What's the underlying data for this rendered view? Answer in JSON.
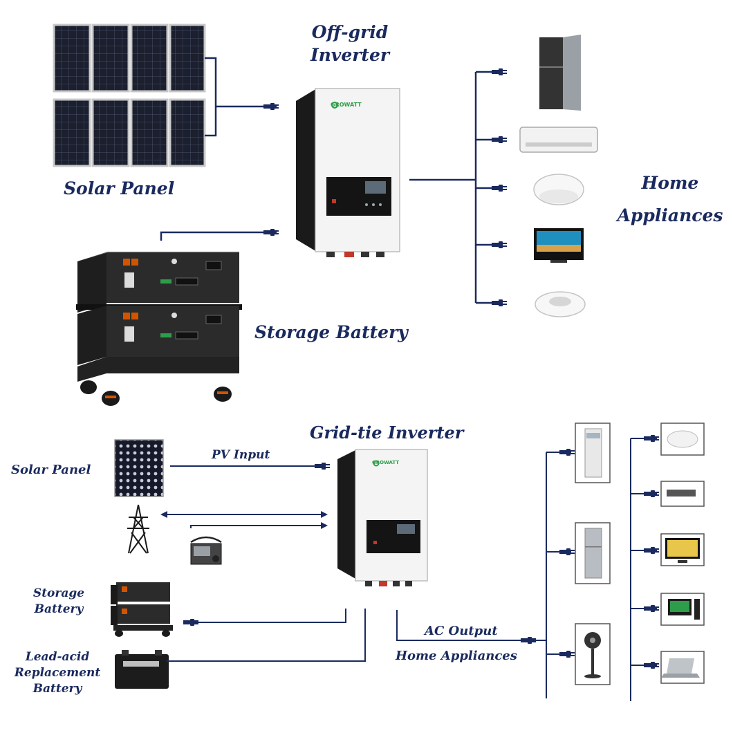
{
  "off_grid": {
    "inverter_title_line1": "Off-grid",
    "inverter_title_line2": "Inverter",
    "brand": "GROWATT",
    "solar_panel": "Solar Panel",
    "storage_battery": "Storage Battery",
    "home_appliances_line1": "Home",
    "home_appliances_line2": "Appliances"
  },
  "grid_tie": {
    "inverter_title": "Grid-tie Inverter",
    "brand": "GROWATT",
    "solar_panel": "Solar Panel",
    "pv_input": "PV Input",
    "storage_battery_line1": "Storage",
    "storage_battery_line2": "Battery",
    "lead_acid_line1": "Lead-acid",
    "lead_acid_line2": "Replacement",
    "lead_acid_line3": "Battery",
    "ac_output": "AC Output",
    "home_appliances": "Home Appliances"
  },
  "colors": {
    "label": "#1a2a5e",
    "wire": "#1a2a5e",
    "inverter_body": "#f4f4f4",
    "inverter_frame": "#1a1a1a",
    "battery": "#2b2b2b",
    "solar_cell": "#1b1f2e",
    "brand_green": "#2e9d4a"
  }
}
